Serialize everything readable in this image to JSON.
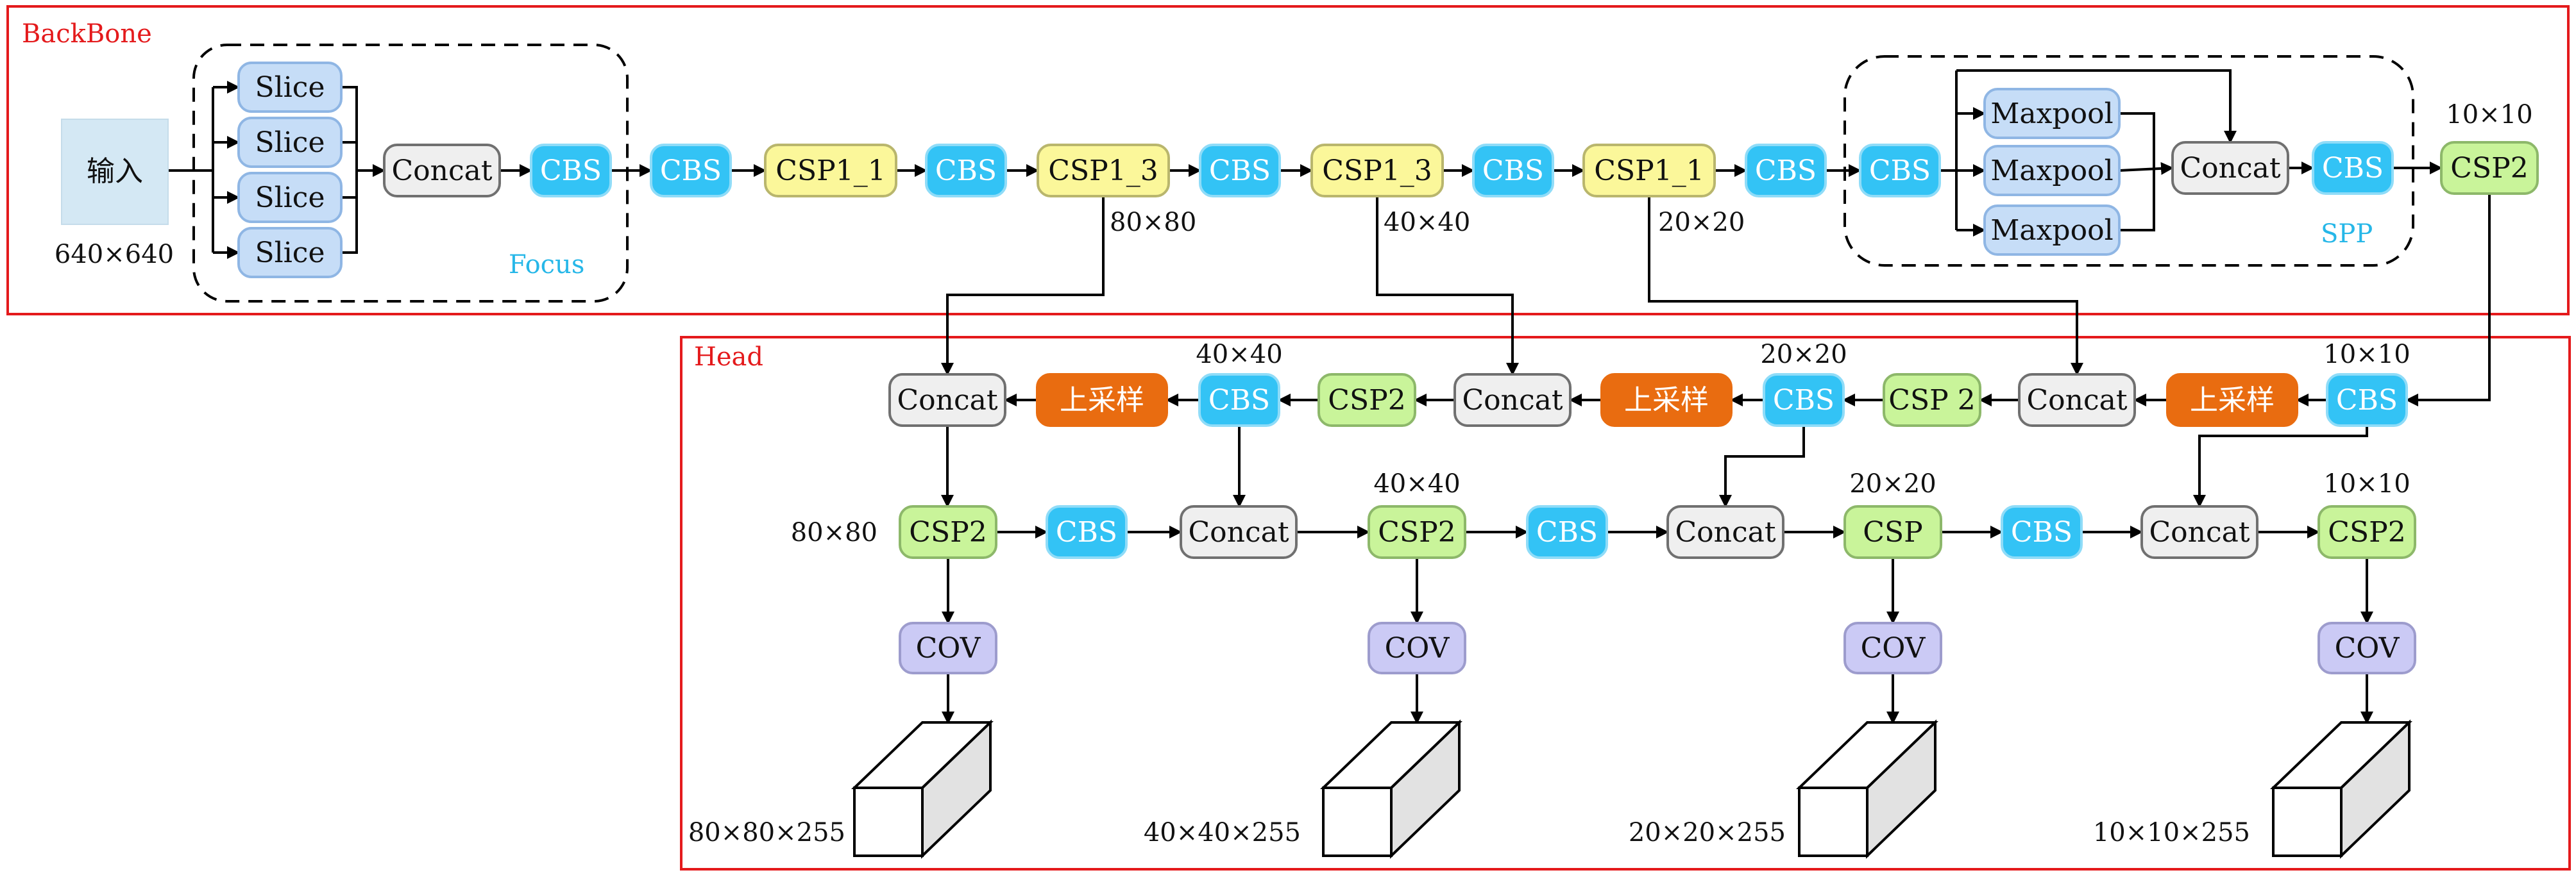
{
  "colors": {
    "frame": "#e41a1c",
    "cbs": "#33c3f5",
    "cbs_border": "#8fdcf8",
    "slice": "#c6ddf7",
    "slice_border": "#8fb6e4",
    "maxpool": "#c6ddf7",
    "concat": "#efefef",
    "concat_border": "#707070",
    "csp1": "#fbf79a",
    "csp1_border": "#b9b66d",
    "csp2": "#c9f49a",
    "csp2_border": "#8db86a",
    "upsample": "#e96c10",
    "cov": "#cbcaf5",
    "cov_border": "#9d9ccd",
    "input": "#d4e8f4",
    "focus_label": "#26b7e8",
    "spp_label": "#26b7e8"
  },
  "sections": {
    "backbone": "BackBone",
    "head": "Head",
    "focus": "Focus",
    "spp": "SPP"
  },
  "nodes": {
    "input": "输入",
    "slice1": "Slice",
    "slice2": "Slice",
    "slice3": "Slice",
    "slice4": "Slice",
    "focus_concat": "Concat",
    "focus_cbs": "CBS",
    "b_cbs1": "CBS",
    "b_csp1_1a": "CSP1_1",
    "b_cbs2": "CBS",
    "b_csp1_3a": "CSP1_3",
    "b_cbs3": "CBS",
    "b_csp1_3b": "CSP1_3",
    "b_cbs4": "CBS",
    "b_csp1_1b": "CSP1_1",
    "b_cbs5": "CBS",
    "spp_cbs1": "CBS",
    "maxpool1": "Maxpool",
    "maxpool2": "Maxpool",
    "maxpool3": "Maxpool",
    "spp_concat": "Concat",
    "spp_cbs2": "CBS",
    "b_csp2": "CSP2",
    "h1_concat_a": "Concat",
    "h1_up_a": "上采样",
    "h1_cbs_a": "CBS",
    "h1_csp2_a": "CSP2",
    "h1_concat_b": "Concat",
    "h1_up_b": "上采样",
    "h1_cbs_b": "CBS",
    "h1_csp2_b": "CSP 2",
    "h1_concat_c": "Concat",
    "h1_up_c": "上采样",
    "h1_cbs_c": "CBS",
    "h2_csp2_a": "CSP2",
    "h2_cbs_a": "CBS",
    "h2_concat_a": "Concat",
    "h2_csp2_b": "CSP2",
    "h2_cbs_b": "CBS",
    "h2_concat_b": "Concat",
    "h2_csp2_c": "CSP",
    "h2_cbs_c": "CBS",
    "h2_concat_c": "Concat",
    "h2_csp2_d": "CSP2",
    "cov_a": "COV",
    "cov_b": "COV",
    "cov_c": "COV",
    "cov_d": "COV"
  },
  "labels": {
    "input_size": "640×640",
    "b_80": "80×80",
    "b_40": "40×40",
    "b_20": "20×20",
    "b_10": "10×10",
    "h1_40": "40×40",
    "h1_20": "20×20",
    "h1_10": "10×10",
    "h2_80": "80×80",
    "h2_40": "40×40",
    "h2_20": "20×20",
    "h2_10": "10×10",
    "out_80": "80×80×255",
    "out_40": "40×40×255",
    "out_20": "20×20×255",
    "out_10": "10×10×255"
  }
}
